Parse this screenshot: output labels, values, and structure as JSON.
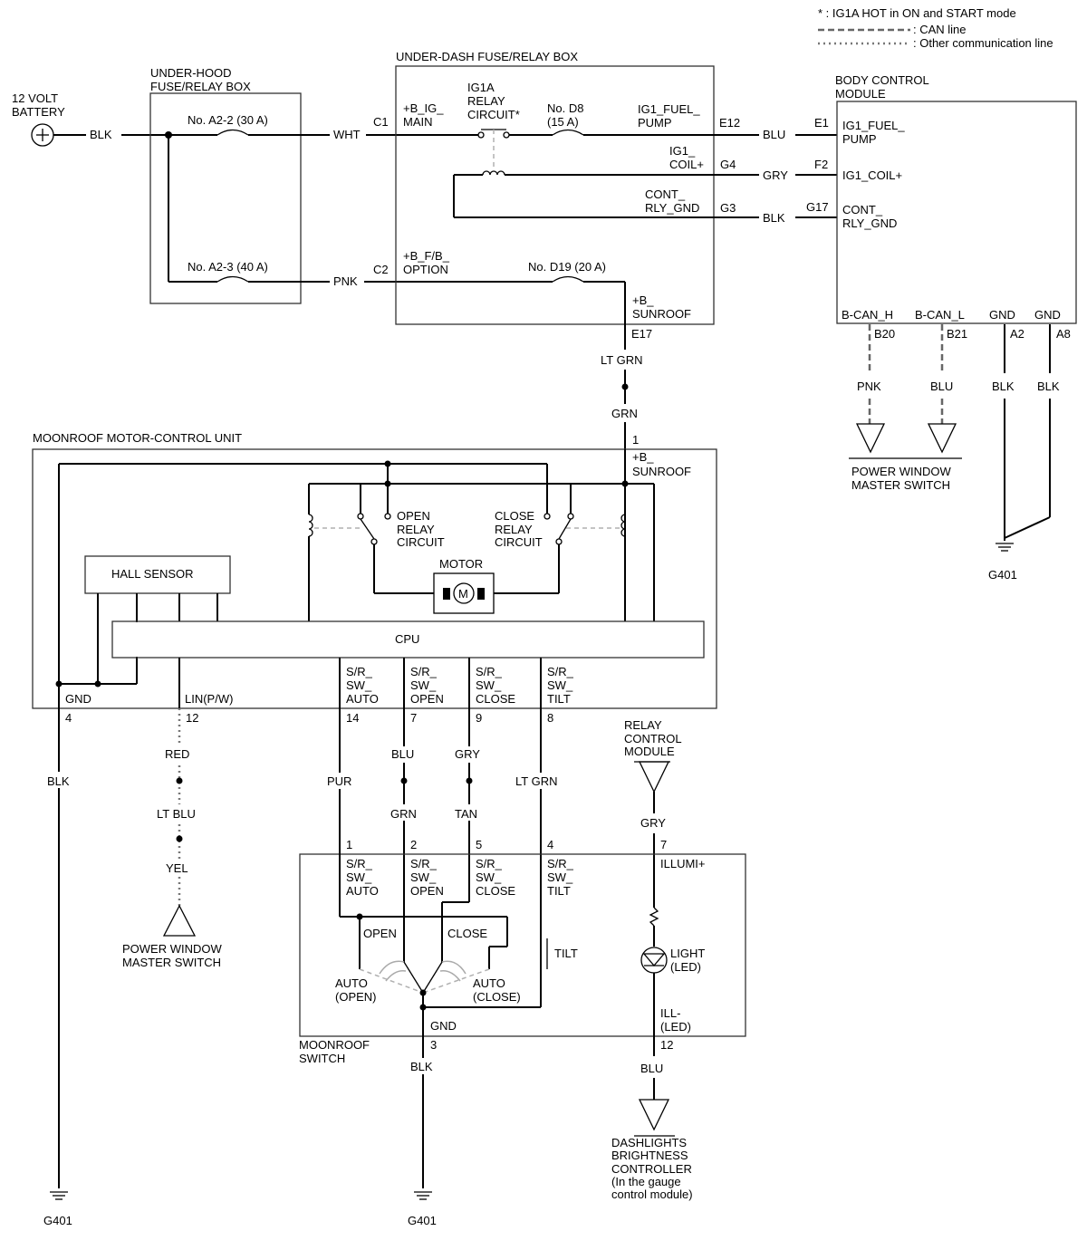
{
  "legend": {
    "note": "* : IG1A HOT in ON and START mode",
    "can_line": ": CAN line",
    "other_line": ": Other communication line"
  },
  "battery": {
    "label1": "12 VOLT",
    "label2": "BATTERY"
  },
  "underhood": {
    "title1": "UNDER-HOOD",
    "title2": "FUSE/RELAY BOX",
    "fuse1": "No. A2-2 (30 A)",
    "fuse2": "No. A2-3 (40 A)"
  },
  "underdash": {
    "title": "UNDER-DASH FUSE/RELAY BOX",
    "c1": "C1",
    "c2": "C2",
    "bigmain1": "+B_IG_",
    "bigmain2": "MAIN",
    "relay1": "IG1A",
    "relay2": "RELAY",
    "relay3": "CIRCUIT*",
    "fuse_d8_1": "No. D8",
    "fuse_d8_2": "(15 A)",
    "fuelpump1": "IG1_FUEL_",
    "fuelpump2": "PUMP",
    "coil1": "IG1_",
    "coil2": "COIL+",
    "cont1": "CONT_",
    "cont2": "RLY_GND",
    "e12": "E12",
    "g4": "G4",
    "g3": "G3",
    "bfb1": "+B_F/B_",
    "bfb2": "OPTION",
    "fuse_d19": "No. D19 (20 A)",
    "sun1": "+B_",
    "sun2": "SUNROOF",
    "e17": "E17"
  },
  "bcm": {
    "title1": "BODY CONTROL",
    "title2": "MODULE",
    "e1": "E1",
    "f2": "F2",
    "g17": "G17",
    "fuel1": "IG1_FUEL_",
    "fuel2": "PUMP",
    "coil": "IG1_COIL+",
    "cont1": "CONT_",
    "cont2": "RLY_GND",
    "bcanh": "B-CAN_H",
    "bcanl": "B-CAN_L",
    "gnd1": "GND",
    "gnd2": "GND",
    "b20": "B20",
    "b21": "B21",
    "a2": "A2",
    "a8": "A8",
    "pws1": "POWER WINDOW",
    "pws2": "MASTER SWITCH"
  },
  "wires": {
    "blk": "BLK",
    "wht": "WHT",
    "pnk": "PNK",
    "blu": "BLU",
    "gry": "GRY",
    "ltgrn": "LT GRN",
    "grn": "GRN",
    "pur": "PUR",
    "red": "RED",
    "ltblu": "LT BLU",
    "yel": "YEL",
    "tan": "TAN"
  },
  "mcu": {
    "title": "MOONROOF MOTOR-CONTROL UNIT",
    "pin1": "1",
    "bsun1": "+B_",
    "bsun2": "SUNROOF",
    "open1": "OPEN",
    "open2": "RELAY",
    "open3": "CIRCUIT",
    "close1": "CLOSE",
    "close2": "RELAY",
    "close3": "CIRCUIT",
    "motor": "MOTOR",
    "motor_symbol": "M",
    "hall": "HALL SENSOR",
    "cpu": "CPU",
    "gnd": "GND",
    "lin": "LIN(P/W)",
    "swa1": "S/R_",
    "swa2": "SW_",
    "swa3": "AUTO",
    "swo3": "OPEN",
    "swc3": "CLOSE",
    "swt3": "TILT",
    "p4": "4",
    "p12": "12",
    "p14": "14",
    "p7": "7",
    "p9": "9",
    "p8": "8"
  },
  "lin_target": {
    "label1": "POWER WINDOW",
    "label2": "MASTER SWITCH"
  },
  "relay_mod": {
    "label1": "RELAY",
    "label2": "CONTROL",
    "label3": "MODULE"
  },
  "switch": {
    "p1": "1",
    "p2": "2",
    "p5": "5",
    "p4": "4",
    "p7": "7",
    "illumi": "ILLUMI+",
    "open": "OPEN",
    "close": "CLOSE",
    "tilt": "TILT",
    "auto_open1": "AUTO",
    "auto_open2": "(OPEN)",
    "auto_close1": "AUTO",
    "auto_close2": "(CLOSE)",
    "light1": "LIGHT",
    "light2": "(LED)",
    "ill1": "ILL-",
    "ill2": "(LED)",
    "gnd": "GND",
    "p3": "3",
    "p12": "12",
    "title1": "MOONROOF",
    "title2": "SWITCH"
  },
  "dash": {
    "l1": "DASHLIGHTS",
    "l2": "BRIGHTNESS",
    "l3": "CONTROLLER",
    "l4": "(In the gauge",
    "l5": "control module)"
  },
  "grounds": {
    "g401": "G401"
  }
}
